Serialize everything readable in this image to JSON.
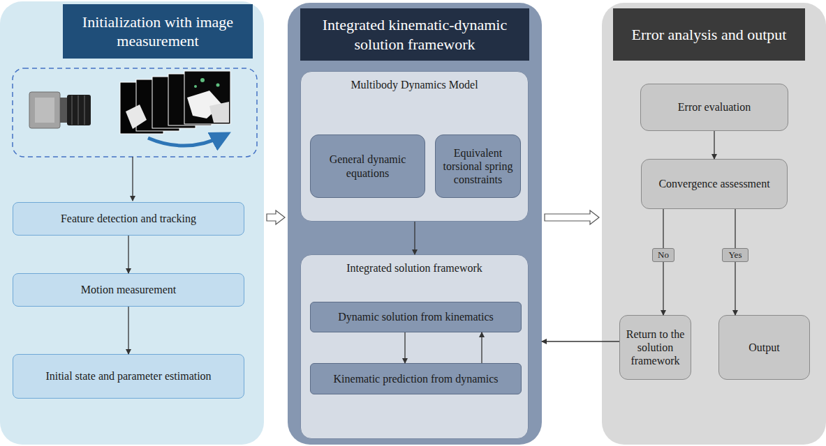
{
  "diagram": {
    "nodes": [
      {
        "text": [
          "Initialization with image measurement"
        ]
      },
      {
        "text": [
          "Feature detection and tracking"
        ],
        "in": 0
      },
      {
        "text": [
          "Motion measurement"
        ],
        "in": 0
      },
      {
        "text": [
          "Initial state and parameter estimation"
        ],
        "in": 0
      },
      {
        "text": [
          "Integrated kinematic-dynamic solution framework"
        ]
      },
      {
        "text": [
          "Multibody Dynamics Model"
        ],
        "in": 4
      },
      {
        "text": [
          "General dynamic equations"
        ],
        "in": 5
      },
      {
        "text": [
          "Equivalent torsional spring constraints"
        ],
        "in": 5
      },
      {
        "text": [
          "Integrated solution framework"
        ],
        "in": 4
      },
      {
        "text": [
          "Dynamic solution from kinematics"
        ],
        "in": 8
      },
      {
        "text": [
          "Kinematic prediction from dynamics"
        ],
        "in": 8
      },
      {
        "text": [
          "Error analysis and output"
        ]
      },
      {
        "text": [
          "Error evaluation"
        ],
        "in": 11
      },
      {
        "text": [
          "Convergence assessment"
        ],
        "in": 11
      },
      {
        "text": [
          "No"
        ],
        "in": 11
      },
      {
        "text": [
          "Yes"
        ],
        "in": 11
      },
      {
        "text": [
          "Return to the solution framework"
        ],
        "in": 11
      },
      {
        "text": [
          "Output"
        ],
        "in": 11
      }
    ],
    "edges": [
      {
        "from": 1,
        "to": 2,
        "arrow": "to"
      },
      {
        "from": 2,
        "to": 3,
        "arrow": "to"
      },
      {
        "from": 0,
        "to": 4,
        "arrow": "to"
      },
      {
        "from": 4,
        "to": 11,
        "arrow": "to"
      },
      {
        "from": 5,
        "to": 8,
        "arrow": "to"
      },
      {
        "from": 9,
        "to": 10,
        "arrow": "to"
      },
      {
        "from": 10,
        "to": 9,
        "arrow": "to"
      },
      {
        "from": 12,
        "to": 13,
        "arrow": "to"
      },
      {
        "from": 13,
        "to": 14,
        "arrow": "none"
      },
      {
        "from": 14,
        "to": 16,
        "arrow": "to"
      },
      {
        "from": 13,
        "to": 15,
        "arrow": "none"
      },
      {
        "from": 15,
        "to": 17,
        "arrow": "to"
      },
      {
        "from": 16,
        "to": 4,
        "arrow": "to"
      }
    ]
  }
}
